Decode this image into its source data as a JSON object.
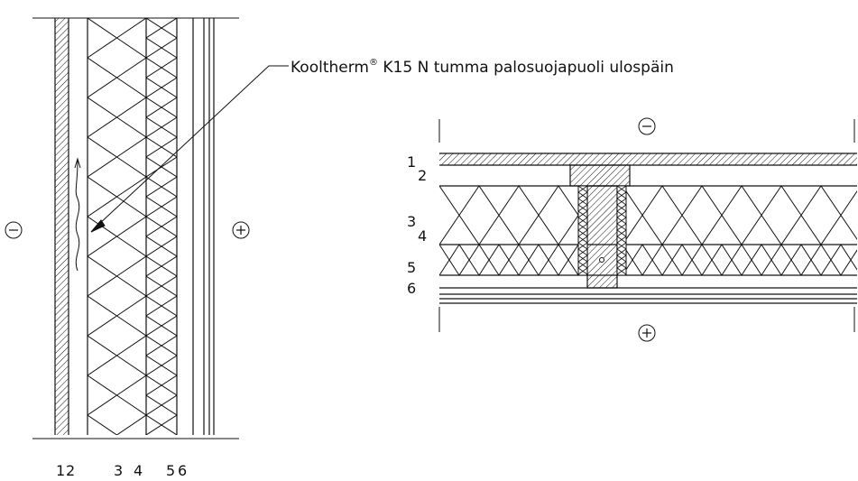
{
  "annotation": {
    "brand": "Kooltherm",
    "registered_mark": "®",
    "text": " K15 N tumma palosuojapuoli ulospäin"
  },
  "signs": {
    "minus": "−",
    "plus": "+"
  },
  "vertical_section": {
    "layer_numbers": [
      "1",
      "2",
      "3",
      "4",
      "5",
      "6"
    ]
  },
  "horizontal_section": {
    "layer_numbers": [
      "1",
      "2",
      "3",
      "4",
      "5",
      "6"
    ]
  }
}
